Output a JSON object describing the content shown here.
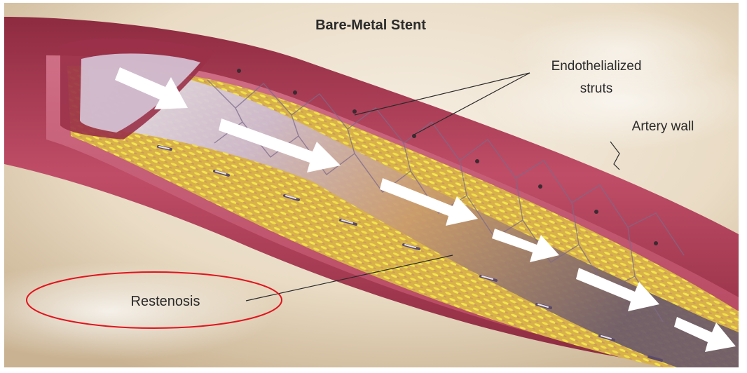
{
  "title": "Bare-Metal Stent",
  "labels": {
    "endothelialized_line1": "Endothelialized",
    "endothelialized_line2": "struts",
    "artery_wall": "Artery wall",
    "restenosis": "Restenosis"
  },
  "colors": {
    "artery_wall": "#b53d58",
    "plaque": "#d9c23a",
    "highlight_circle": "#e0141e",
    "background": "#efe3d1"
  }
}
